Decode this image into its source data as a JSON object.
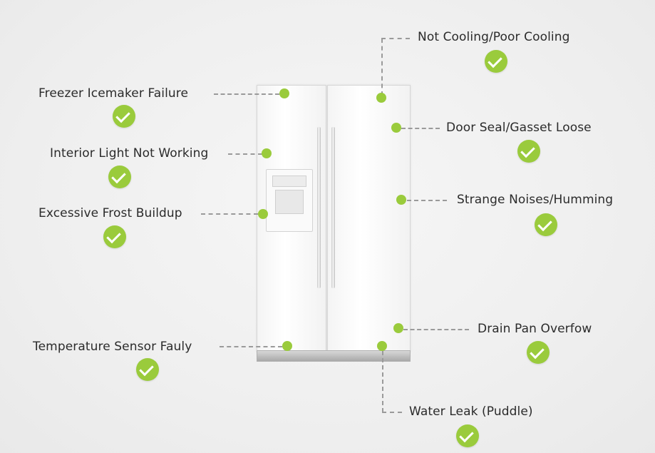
{
  "diagram": {
    "subject": "refrigerator-icon",
    "accent_color": "#9acb3c",
    "issues": [
      {
        "id": "not-cooling",
        "label": "Not Cooling/Poor Cooling"
      },
      {
        "id": "freezer-icemaker",
        "label": "Freezer Icemaker Failure"
      },
      {
        "id": "door-seal",
        "label": "Door Seal/Gasset Loose"
      },
      {
        "id": "interior-light",
        "label": "Interior Light Not Working"
      },
      {
        "id": "strange-noises",
        "label": "Strange Noises/Humming"
      },
      {
        "id": "excessive-frost",
        "label": "Excessive Frost Buildup"
      },
      {
        "id": "drain-pan",
        "label": "Drain Pan Overfow"
      },
      {
        "id": "temperature-sensor",
        "label": "Temperature Sensor Fauly"
      },
      {
        "id": "water-leak",
        "label": "Water Leak (Puddle)"
      }
    ]
  }
}
